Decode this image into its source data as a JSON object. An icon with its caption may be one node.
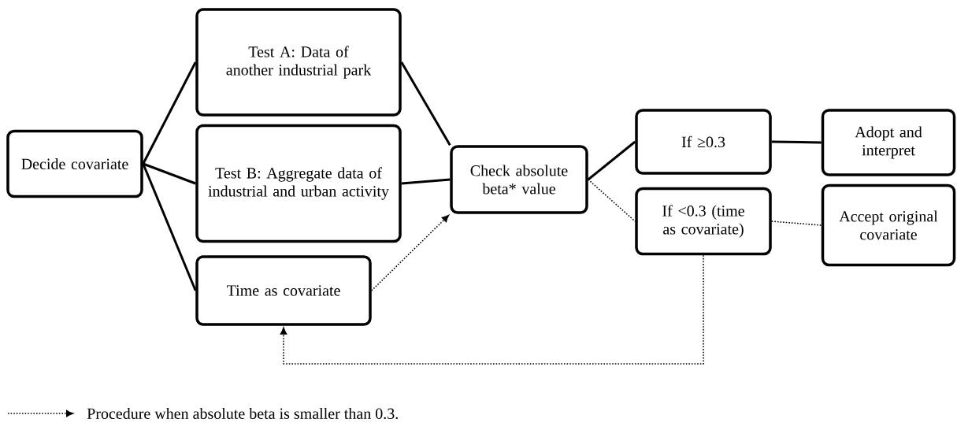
{
  "diagram": {
    "nodes": [
      {
        "text": [
          "Decide covariate"
        ]
      },
      {
        "text": [
          "Test A: Data of another industrial park"
        ]
      },
      {
        "text": [
          "Test B: Aggregate data of industrial and urban activity"
        ]
      },
      {
        "text": [
          "Time as covariate"
        ]
      },
      {
        "text": [
          "Check absolute beta* value"
        ]
      },
      {
        "text": [
          "If ≥0.3"
        ]
      },
      {
        "text": [
          "If <0.3 (time as covariate)"
        ]
      },
      {
        "text": [
          "Adopt and interpret"
        ]
      },
      {
        "text": [
          "Accept original covariate"
        ]
      }
    ],
    "edges": [
      {
        "from": 0,
        "to": 1,
        "arrow": "none"
      },
      {
        "from": 0,
        "to": 2,
        "arrow": "none"
      },
      {
        "from": 0,
        "to": 3,
        "arrow": "none"
      },
      {
        "from": 1,
        "to": 4,
        "arrow": "none"
      },
      {
        "from": 2,
        "to": 4,
        "arrow": "none"
      },
      {
        "from": 3,
        "to": 4,
        "arrow": "to",
        "style": "dashed"
      },
      {
        "from": 4,
        "to": 5,
        "arrow": "none"
      },
      {
        "from": 4,
        "to": 6,
        "arrow": "none",
        "style": "dashed"
      },
      {
        "from": 5,
        "to": 7,
        "arrow": "none"
      },
      {
        "from": 6,
        "to": 8,
        "arrow": "none",
        "style": "dashed"
      },
      {
        "from": 6,
        "to": 3,
        "arrow": "to",
        "style": "dashed"
      }
    ],
    "legend": [
      {
        "text": "Procedure when absolute beta is smaller than 0.3."
      }
    ]
  }
}
